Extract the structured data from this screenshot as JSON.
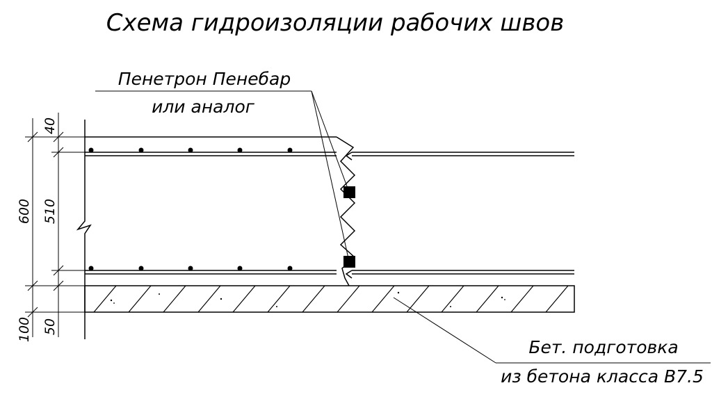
{
  "title": "Схема гидроизоляции рабочих швов",
  "callouts": {
    "waterstop_line1": "Пенетрон Пенебар",
    "waterstop_line2": "или аналог",
    "base_line1": "Бет. подготовка",
    "base_line2": "из бетона класса B7.5"
  },
  "dimensions": {
    "slab_total": "600",
    "top_cover": "40",
    "rebar_spacing": "510",
    "bottom_total": "100",
    "bottom_cover": "50"
  },
  "colors": {
    "ink": "#000000",
    "paper": "#ffffff"
  }
}
